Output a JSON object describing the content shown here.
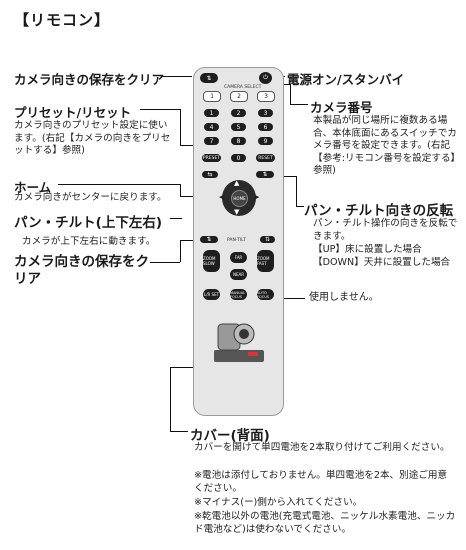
{
  "title": "【リモコン】",
  "labels": {
    "save_clear_top": "カメラ向きの保存をクリア",
    "preset_reset": "プリセット/リセット",
    "preset_reset_desc": "カメラ向きのプリセット設定に使います。(右記【カメラの向きをプリセットする】参照)",
    "home": "ホーム",
    "home_desc": "カメラ向きがセンターに戻ります。",
    "pan_tilt": "パン・チルト(上下左右)",
    "pan_tilt_desc": "カメラが上下左右に動きます。",
    "save_clear_bottom": "カメラ向きの保存をクリア",
    "power": "電源オン/スタンバイ",
    "camera_number": "カメラ番号",
    "camera_number_desc": "本製品が同じ場所に複数ある場合、本体底面にあるスイッチでカメラ番号を設定できます。(右記【参考:リモコン番号を設定する】参照)",
    "flip": "パン・チルト向きの反転",
    "flip_desc_1": "パン・チルト操作の向きを反転できます。",
    "flip_desc_2": "【UP】床に設置した場合",
    "flip_desc_3": "【DOWN】天井に設置した場合",
    "unused": "使用しません。",
    "cover": "カバー(背面)",
    "cover_desc": "カバーを開けて単四電池を2本取り付けてご利用ください。",
    "note1": "※電池は添付しておりません。単四電池を2本、別途ご用意ください。",
    "note2": "※マイナス(ー)側から入れてください。",
    "note3": "※乾電池以外の電池(充電式電池、ニッケル水素電池、ニッカド電池など)は使わないでください。"
  },
  "remote": {
    "camera_select": "CAMERA SELECT",
    "cam_keys": [
      "1",
      "2",
      "3"
    ],
    "num_keys": [
      "1",
      "2",
      "3",
      "4",
      "5",
      "6",
      "7",
      "8",
      "9"
    ],
    "preset": "PRESET",
    "zero": "0",
    "reset": "RESET",
    "home": "HOME",
    "pan_tilt": "PAN-TILT",
    "zoom_slow": "ZOOM SLOW",
    "far": "FAR",
    "near": "NEAR",
    "zoom_fast": "ZOOM FAST",
    "l_r_set": "L/R SET",
    "manual_focus": "MANUAL FOCUS",
    "auto_focus": "AUTO FOCUS"
  }
}
